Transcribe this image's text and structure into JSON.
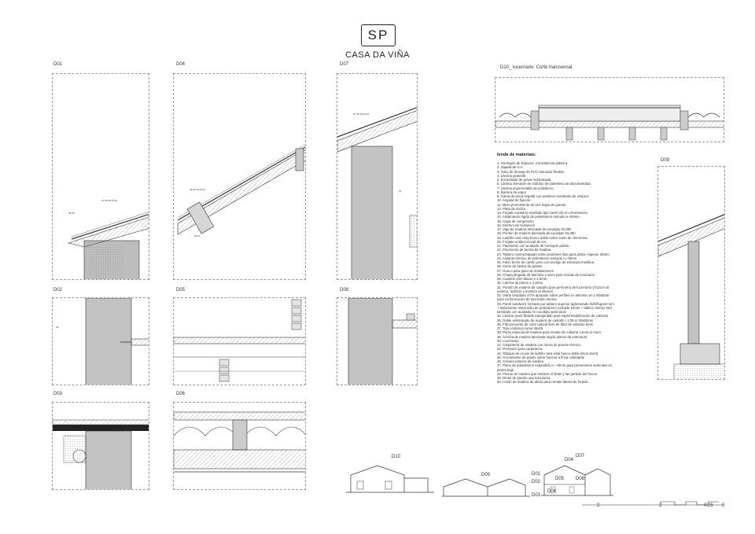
{
  "logo_text": "SP",
  "project_title": "CASA DA VIÑA",
  "details": [
    {
      "id": "D01"
    },
    {
      "id": "D04"
    },
    {
      "id": "D07"
    },
    {
      "id": "D02"
    },
    {
      "id": "D05"
    },
    {
      "id": "D08"
    },
    {
      "id": "D03"
    },
    {
      "id": "D06"
    },
    {
      "id": "D09"
    }
  ],
  "section_title": "D10_ lucernario. Corte transversal",
  "legend": {
    "title": "lenda de materiais:",
    "items": [
      "1. Hormigón de limpieza. Consistencia plástica.",
      "2. Zapata de H.A.",
      "3. Tubo de drenaje de PVC ranurado flexible.",
      "4. Lámina geotextil.",
      "5. Encachado de grava redondeada.",
      "6. Lámina drenante de nódulos de polietileno de alta densidad.",
      "7. Lámina impermeable de polietileno.",
      "8. Barrera de vapor",
      "9. Cama de tierra vegetal con posterior sembrado de césped.",
      "10. Angular de fijación.",
      "11. Muro preexistente de tres hojas de granito.",
      "12. Plato de ducha",
      "13. Forjado sanitario ventilado tipo caviti c25 en cimentación.",
      "14. Aislamiento rígido de poliestireno extruido e=60mm.",
      "15. Capa de compresión",
      "16. Mortero de nivelación",
      "17. Viga de madera laminada de eucalipto GL36h",
      "18. Pontón de madera laminada de eucalipto GL36h",
      "19. Ladrillo cara vista hueco doble sobre suelo de chimenea.",
      "20. Forjado unidireccional de HA.",
      "21. Pavimento con acabado de hormigón pulido.",
      "22. Pavimento de tarima de madera.",
      "23. Tablero contrachapado sobre pontones listo para pintar, espesor 25mm",
      "24. Aislante térmico de poliestireno extruido e=78mm",
      "25. Falso techo de cartón yeso con anclaje de estrutura metálica",
      "26. Suelo de piedra de granito",
      "27. Hueco para paso de instalaciones",
      "28. Chapa plegada de aluminio 1.5mm para remate de lucernario",
      "29. Canalón Zinc-titanio e 1,5mm.",
      "30. Lámina de plomo e 1,5mm",
      "31. Pontón de madera de castaño para perímetro de lucernario (7x31cm al exterior, 5x20cm y 5x20cm al interior)",
      "32. Vidrio templado 4/7/4 apoyado sobre perfiles en aluminio en L 50x50x5 para conformación de lucernario interior",
      "33. Panel sandwich formado por tablero superior aglomerado hidrófugo10 mm + aislamiento intermedio de poliestireno extruido 10mm + tablero inferior DM laminado con acabado en eucalipto para lacar",
      "34. Lámina tyvek flexible transpirable para impermeabilización de cubierta",
      "35. Doble enlistonado de madera de castaño / 1.05 m 30x50mm",
      "36. Fibrocemento de color natural libre de fibra de amianto 6mm",
      "37. Teja cerámica curva 45x18",
      "38. Pieza especial de madera para remate de cubierta contra el muro",
      "39. Cercha de madera laminada según planos de estructura",
      "40. Lucernario",
      "41. Carpintería de madera con rotura de puente térmico.",
      "42. Premarco para carpintería.",
      "44. Tabique de un pie de ladrillo cara vista hueco doble (8x11.5x24)",
      "45. Cerramiento de pavés sobre huecos a finca colindante",
      "46. Celosía exterior de madera",
      "47. Placa de poliestireno expandido e= 40mm para paramentos verticales en planta baja",
      "48. Piezas de madera que revisten el dintel y las jambas del hueco",
      "49. Dintel de granito una sola pieza",
      "50. Listón de madera de abeto para remate lateral de forjado"
    ]
  },
  "thumbs": {
    "thumb1_label": "D10",
    "thumb2_label": "D09",
    "thumb3_labels": [
      "D07",
      "D04",
      "D01",
      "D05",
      "D08",
      "D02",
      "D03",
      "D06"
    ]
  },
  "scale_labels": [
    "2",
    "1",
    "0.25",
    "0"
  ]
}
